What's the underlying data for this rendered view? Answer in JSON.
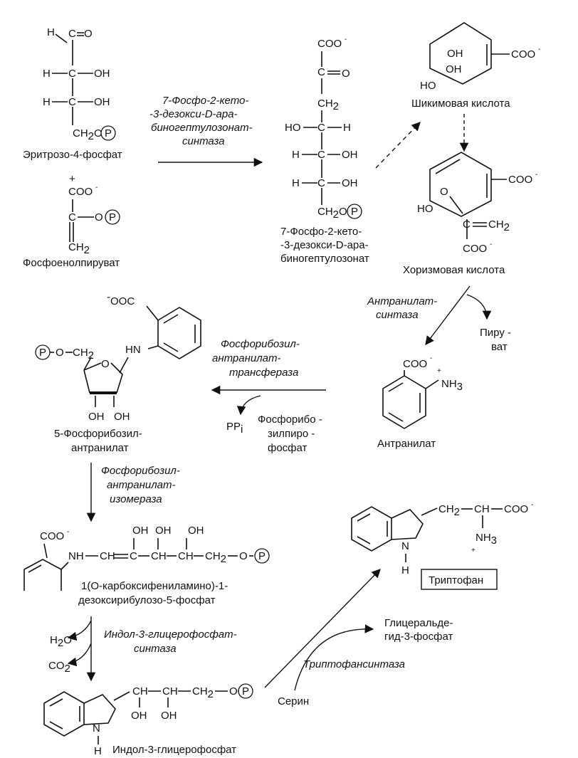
{
  "compounds": {
    "erythrose_label": "Эритрозо-4-фосфат",
    "pep_label": "Фосфоенолпируват",
    "dahp_label": [
      "7-Фосфо-2-кето-",
      "-3-дезокси-D-ара-",
      "биногептулозонат"
    ],
    "shikimate_label": "Шикимовая кислота",
    "chorismate_label": "Хоризмовая кислота",
    "anthranilate_label": "Антранилат",
    "pra_label": [
      "5-Фосфорибозил-",
      "антранилат"
    ],
    "cdrp_label": [
      "1(О-карбоксифениламино)-1-",
      "дезоксирибулозо-5-фосфат"
    ],
    "igp_label": "Индол-3-глицерофосфат",
    "tryptophan_label": "Триптофан"
  },
  "enzymes": {
    "dahp_synthase": [
      "7-Фосфо-2-кето-",
      "-3-дезокси-D-ара-",
      "биногептулозонат-",
      "синтаза"
    ],
    "anthranilate_synthase": [
      "Антранилат-",
      "синтаза"
    ],
    "pr_transferase": [
      "Фосфорибозил-",
      "антранилат-",
      "трансфераза"
    ],
    "pra_isomerase": [
      "Фосфорибозил-",
      "антранилат-",
      "изомераза"
    ],
    "igp_synthase": [
      "Индол-3-глицерофосфат-",
      "синтаза"
    ],
    "trp_synthase": "Триптофансинтаза"
  },
  "cosubstrates": {
    "pyruvate": [
      "Пиру -",
      "ват"
    ],
    "prpp": [
      "Фосфорибо -",
      "зилпиро -",
      "фосфат"
    ],
    "ppi": "PP",
    "ppi_sub": "i",
    "h2o": "H",
    "h2o_o": "O",
    "co2": "CO",
    "two": "2",
    "serine": "Серин",
    "g3p": [
      "Глицеральде-",
      "гид-3-фосфат"
    ]
  },
  "atoms": {
    "H": "H",
    "O": "O",
    "OH": "OH",
    "HO": "HO",
    "C": "C",
    "P": "P",
    "N": "N",
    "CH2": "CH",
    "sub2": "2",
    "COO": "COO",
    "minus": "-",
    "plus": "+",
    "NH": "NH",
    "HN": "HN",
    "NH3": "NH",
    "sub3": "3",
    "CH": "CH",
    "CH2O": "CH",
    "OOC": "OOC",
    "O_link": "O"
  },
  "colors": {
    "ink": "#111111",
    "background": "#ffffff"
  }
}
